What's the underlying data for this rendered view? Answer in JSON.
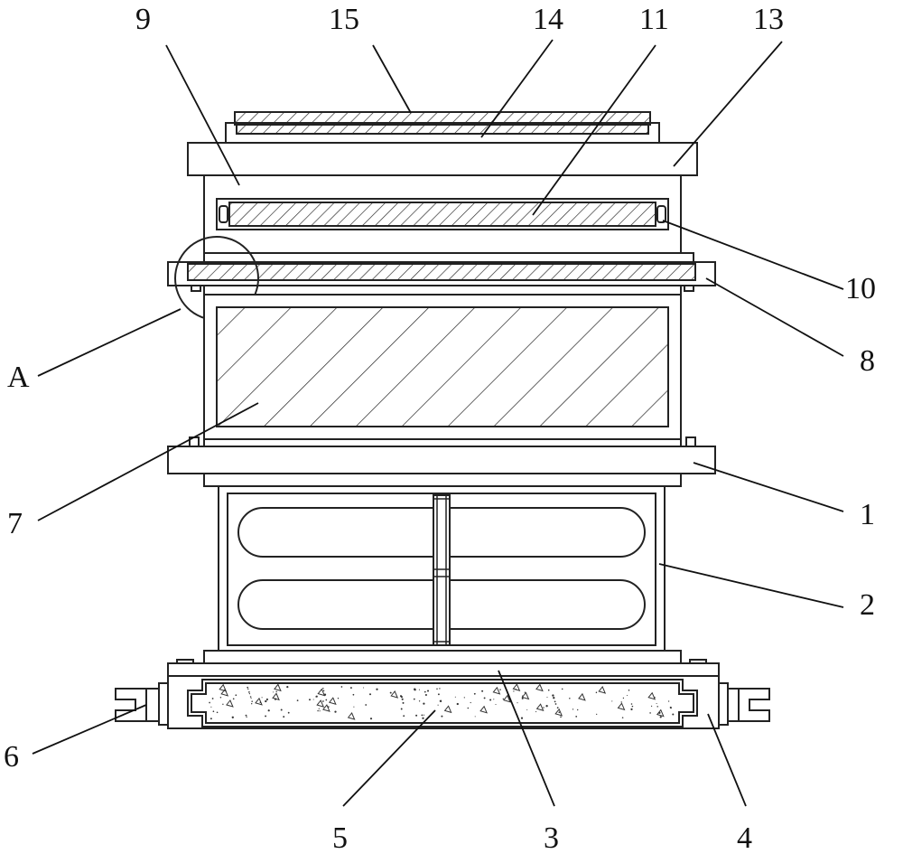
{
  "figure": {
    "labels": [
      {
        "id": "9",
        "text": "9"
      },
      {
        "id": "15",
        "text": "15"
      },
      {
        "id": "14",
        "text": "14"
      },
      {
        "id": "11",
        "text": "11"
      },
      {
        "id": "13",
        "text": "13"
      },
      {
        "id": "10",
        "text": "10"
      },
      {
        "id": "8",
        "text": "8"
      },
      {
        "id": "A",
        "text": "A"
      },
      {
        "id": "7",
        "text": "7"
      },
      {
        "id": "1",
        "text": "1"
      },
      {
        "id": "2",
        "text": "2"
      },
      {
        "id": "6",
        "text": "6"
      },
      {
        "id": "5",
        "text": "5"
      },
      {
        "id": "3",
        "text": "3"
      },
      {
        "id": "4",
        "text": "4"
      }
    ],
    "colors": {
      "line": "#222222",
      "background": "#ffffff"
    }
  }
}
